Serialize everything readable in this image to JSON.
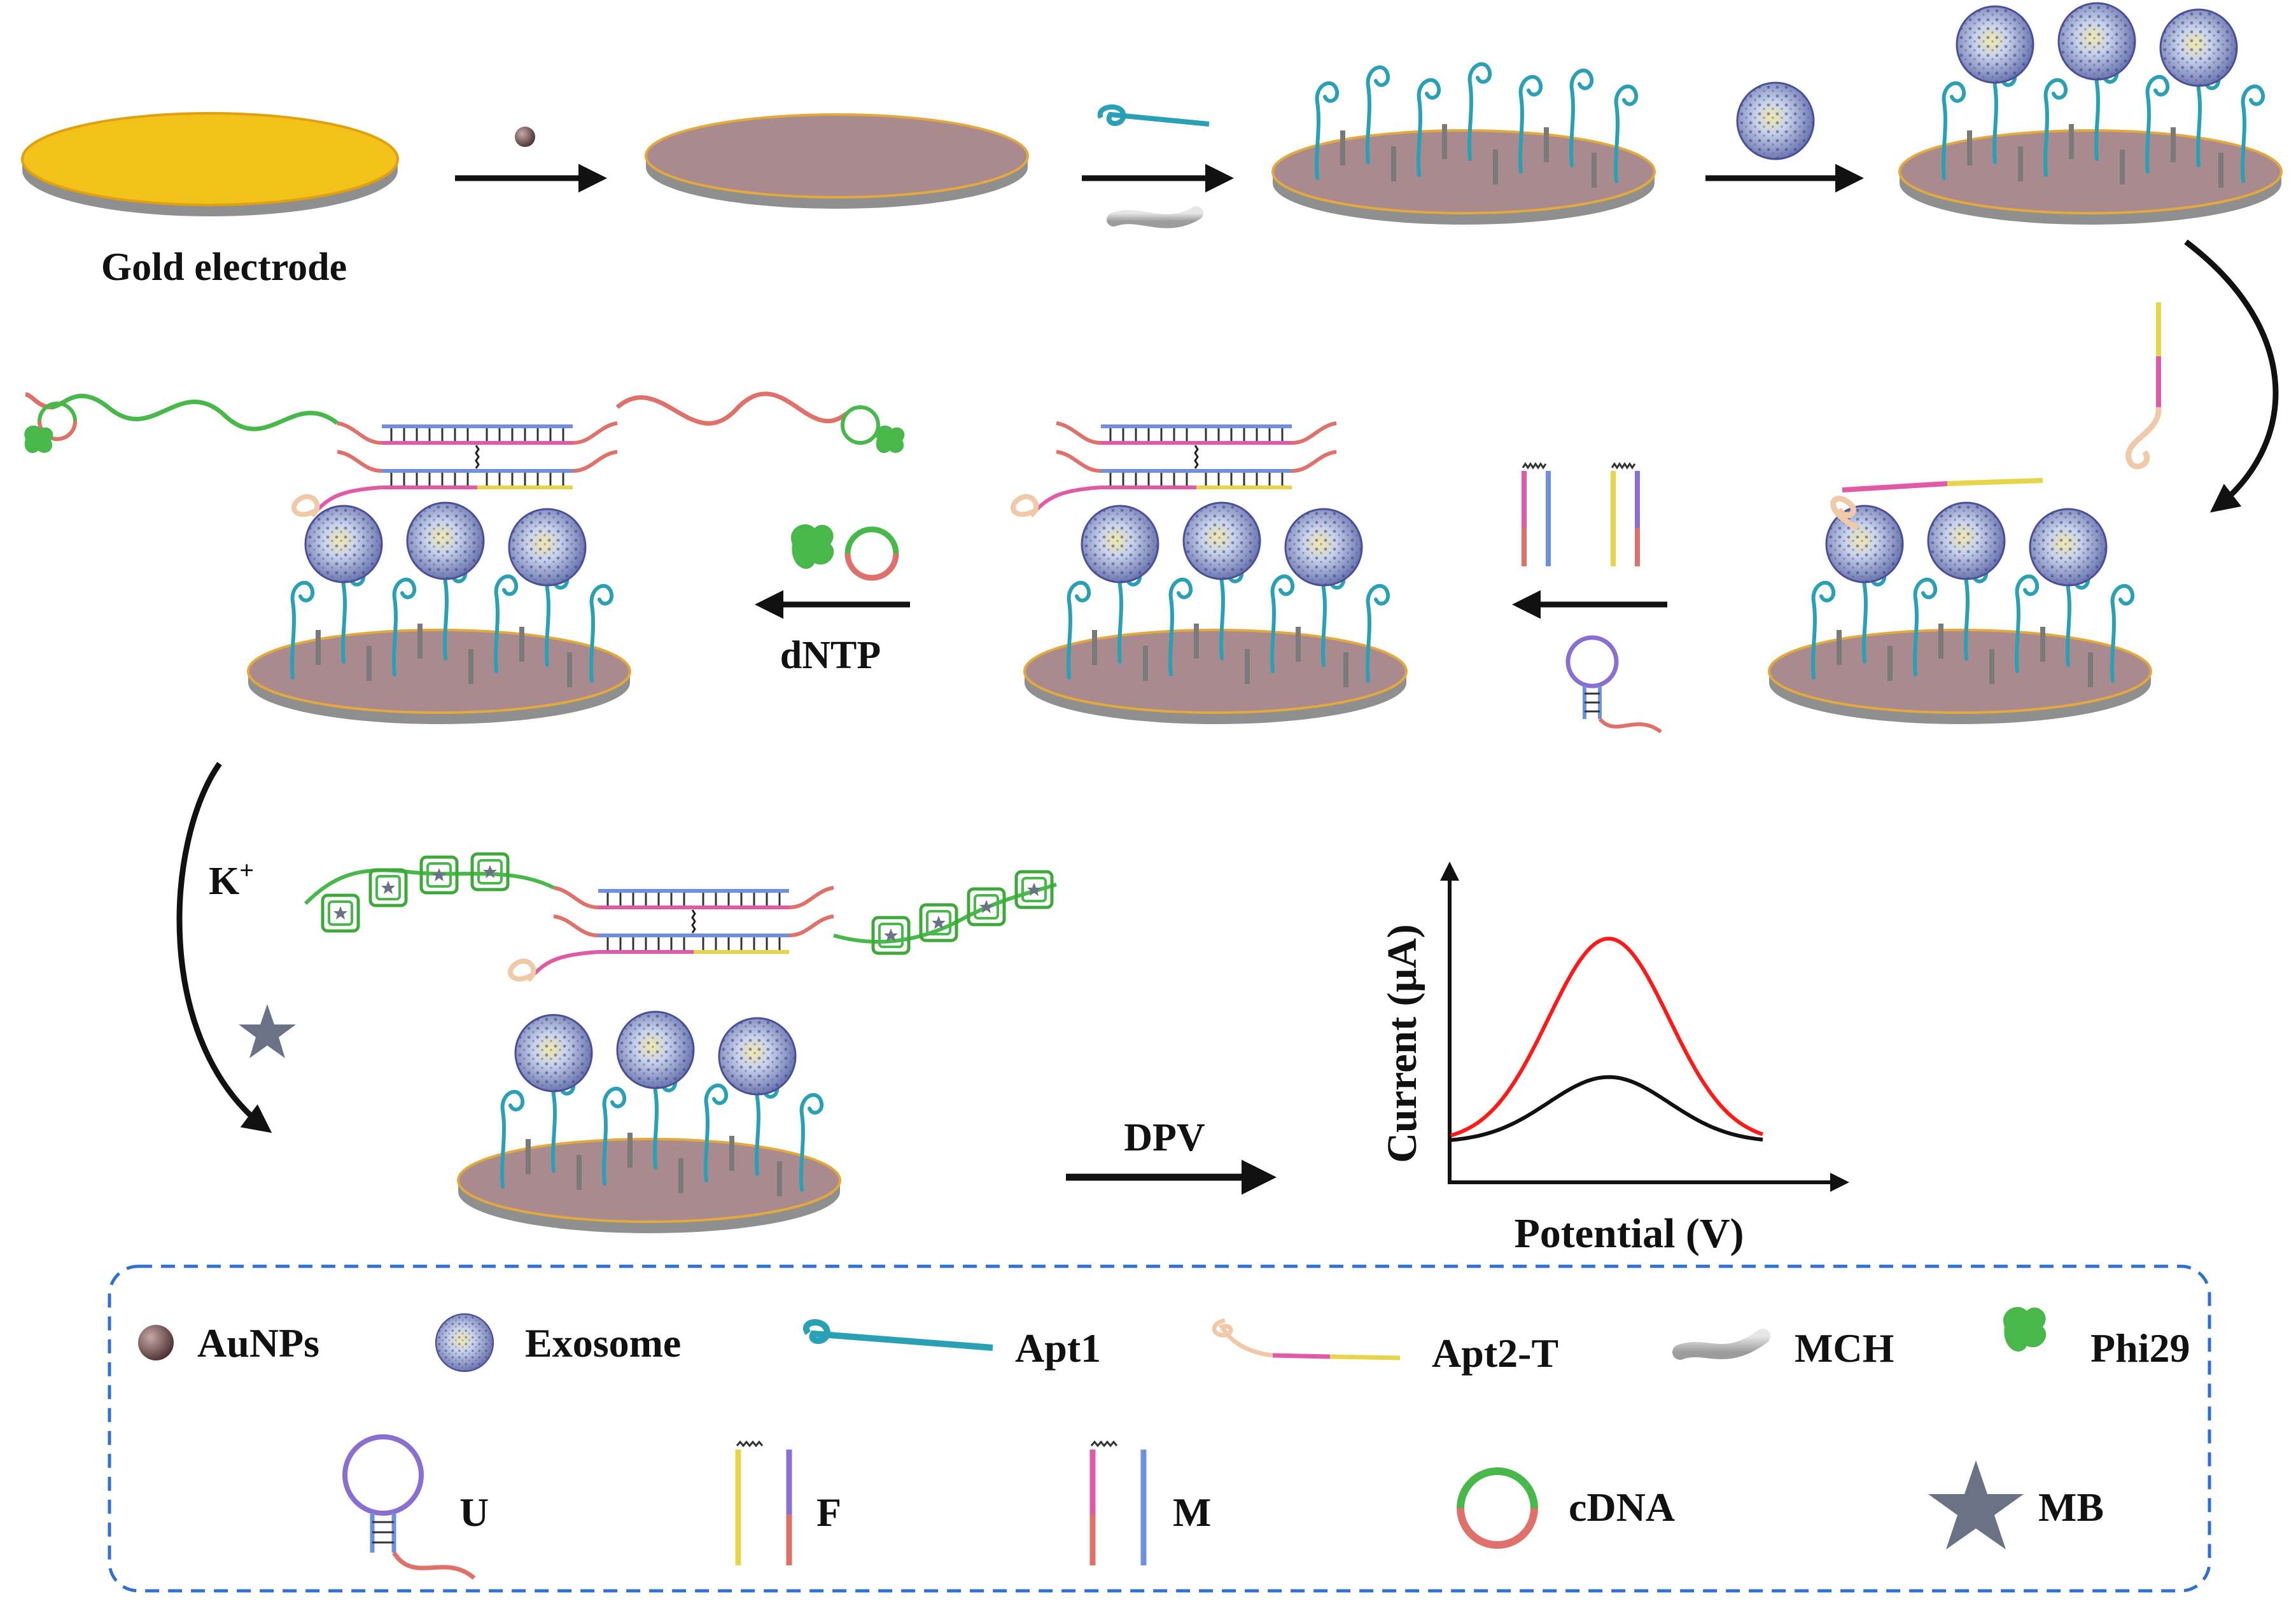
{
  "labels": {
    "gold_electrode": "Gold electrode",
    "dntp": "dNTP",
    "k_plus": "K",
    "k_plus_sup": "+",
    "dpv": "DPV"
  },
  "graph": {
    "ylabel": "Current (μA)",
    "xlabel": "Potential (V)",
    "series": [
      {
        "color": "#ff1a1a",
        "peak_relative": 1.0
      },
      {
        "color": "#111111",
        "peak_relative": 0.32
      }
    ]
  },
  "legend": {
    "row1": [
      "AuNPs",
      "Exosome",
      "Apt1",
      "Apt2-T",
      "MCH",
      "Phi29"
    ],
    "row2": [
      "U",
      "F",
      "M",
      "cDNA",
      "MB"
    ]
  },
  "colors": {
    "gold": "#f2c21a",
    "electrode_surface": "#a98a8e",
    "electrode_side": "#8f8f8f",
    "apt1": "#2aa0b4",
    "mch": "#b9b9b9",
    "strand_pink": "#e05aa8",
    "strand_yellow": "#e8d44a",
    "strand_blue": "#6f8fe0",
    "strand_red": "#e0706a",
    "cdna_green": "#49b84a",
    "mb_star": "#6c7286",
    "legend_border": "#2f6fd6"
  }
}
